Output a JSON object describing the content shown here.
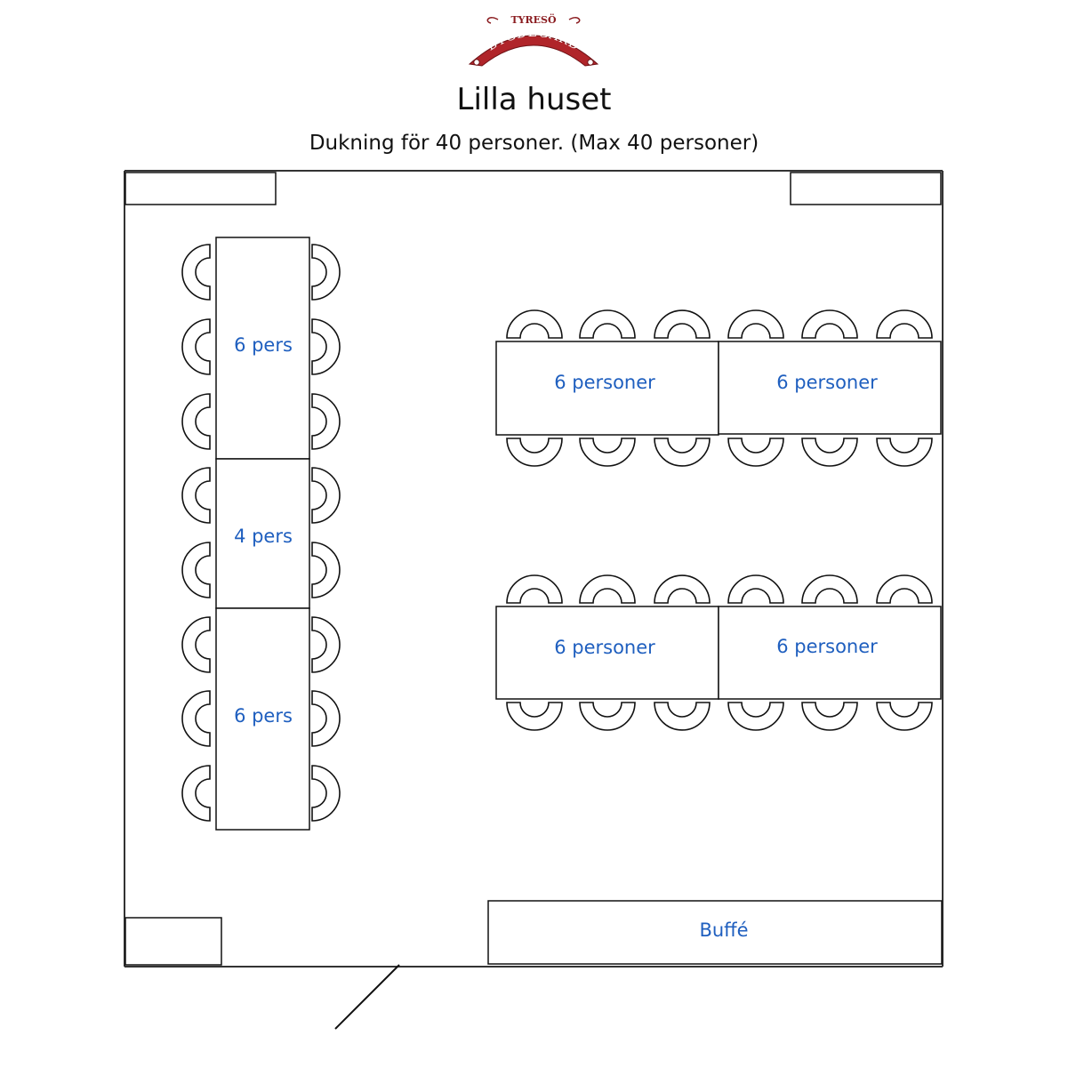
{
  "logo": {
    "top_text": "TYRESÖ",
    "main_text": "BYGDEGÅRD",
    "colors": {
      "banner": "#b0252a",
      "text": "#ffffff",
      "ornament": "#8a1b1f"
    }
  },
  "title": "Lilla huset",
  "subtitle": "Dukning för 40 personer. (Max 40 personer)",
  "colors": {
    "label": "#1f5fbf",
    "line": "#111111"
  },
  "tables": {
    "left_top": {
      "label": "6 pers"
    },
    "left_middle": {
      "label": "4 pers"
    },
    "left_bottom": {
      "label": "6 pers"
    },
    "right_row1_a": {
      "label": "6 personer"
    },
    "right_row1_b": {
      "label": "6 personer"
    },
    "right_row2_a": {
      "label": "6 personer"
    },
    "right_row2_b": {
      "label": "6 personer"
    }
  },
  "buffet": {
    "label": "Buffé"
  }
}
